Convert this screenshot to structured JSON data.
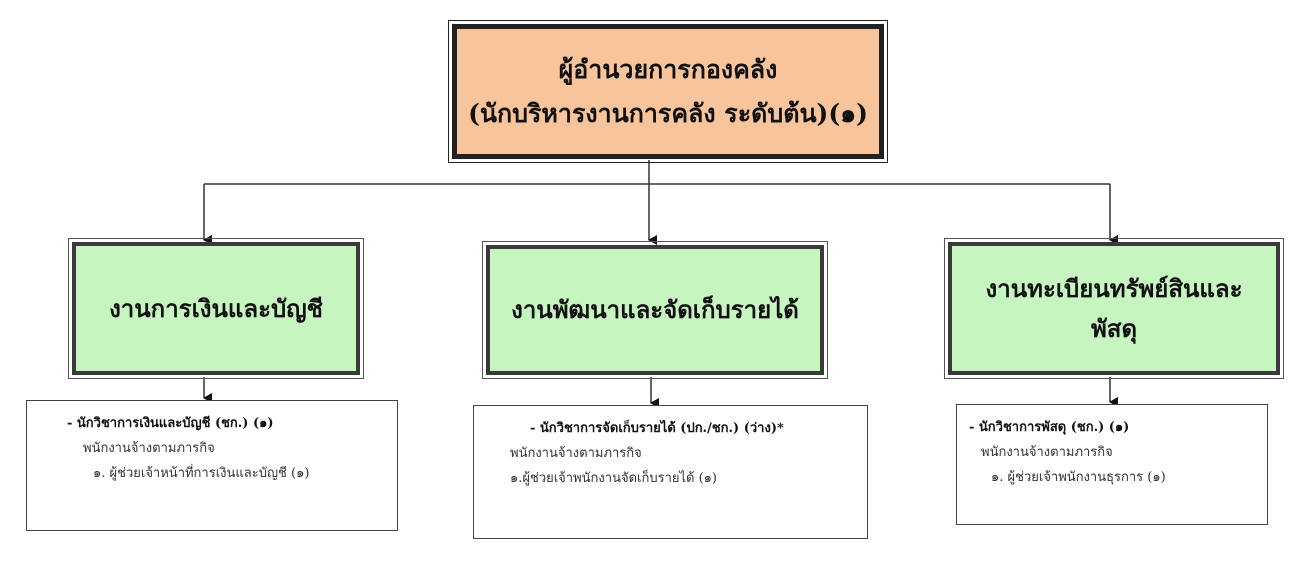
{
  "top": {
    "line1": "ผู้อำนวยการกองคลัง",
    "line2": "(นักบริหารงานการคลัง ระดับต้น)(๑)"
  },
  "departments": [
    {
      "name": "งานการเงินและบัญชี"
    },
    {
      "name": "งานพัฒนาและจัดเก็บรายได้"
    },
    {
      "name_line1": "งานทะเบียนทรัพย์สินและ",
      "name_line2": "พัสดุ"
    }
  ],
  "staff": [
    {
      "head": "- นักวิชาการเงินและบัญชี (ชก.) (๑)",
      "line1": "พนักงานจ้างตามภารกิจ",
      "line2": "๑.  ผู้ช่วยเจ้าหน้าที่การเงินและบัญชี (๑)"
    },
    {
      "head": "- นักวิชาการจัดเก็บรายได้ (ปก./ชก.) (ว่าง)*",
      "line1": "พนักงานจ้างตามภารกิจ",
      "line2": "๑.ผู้ช่วยเจ้าพนักงานจัดเก็บรายได้ (๑)"
    },
    {
      "head": "- นักวิชาการพัสดุ  (ชก.) (๑)",
      "line1": "พนักงานจ้างตามภารกิจ",
      "line2": "๑.  ผู้ช่วยเจ้าพนักงานธุรการ (๑)"
    }
  ]
}
